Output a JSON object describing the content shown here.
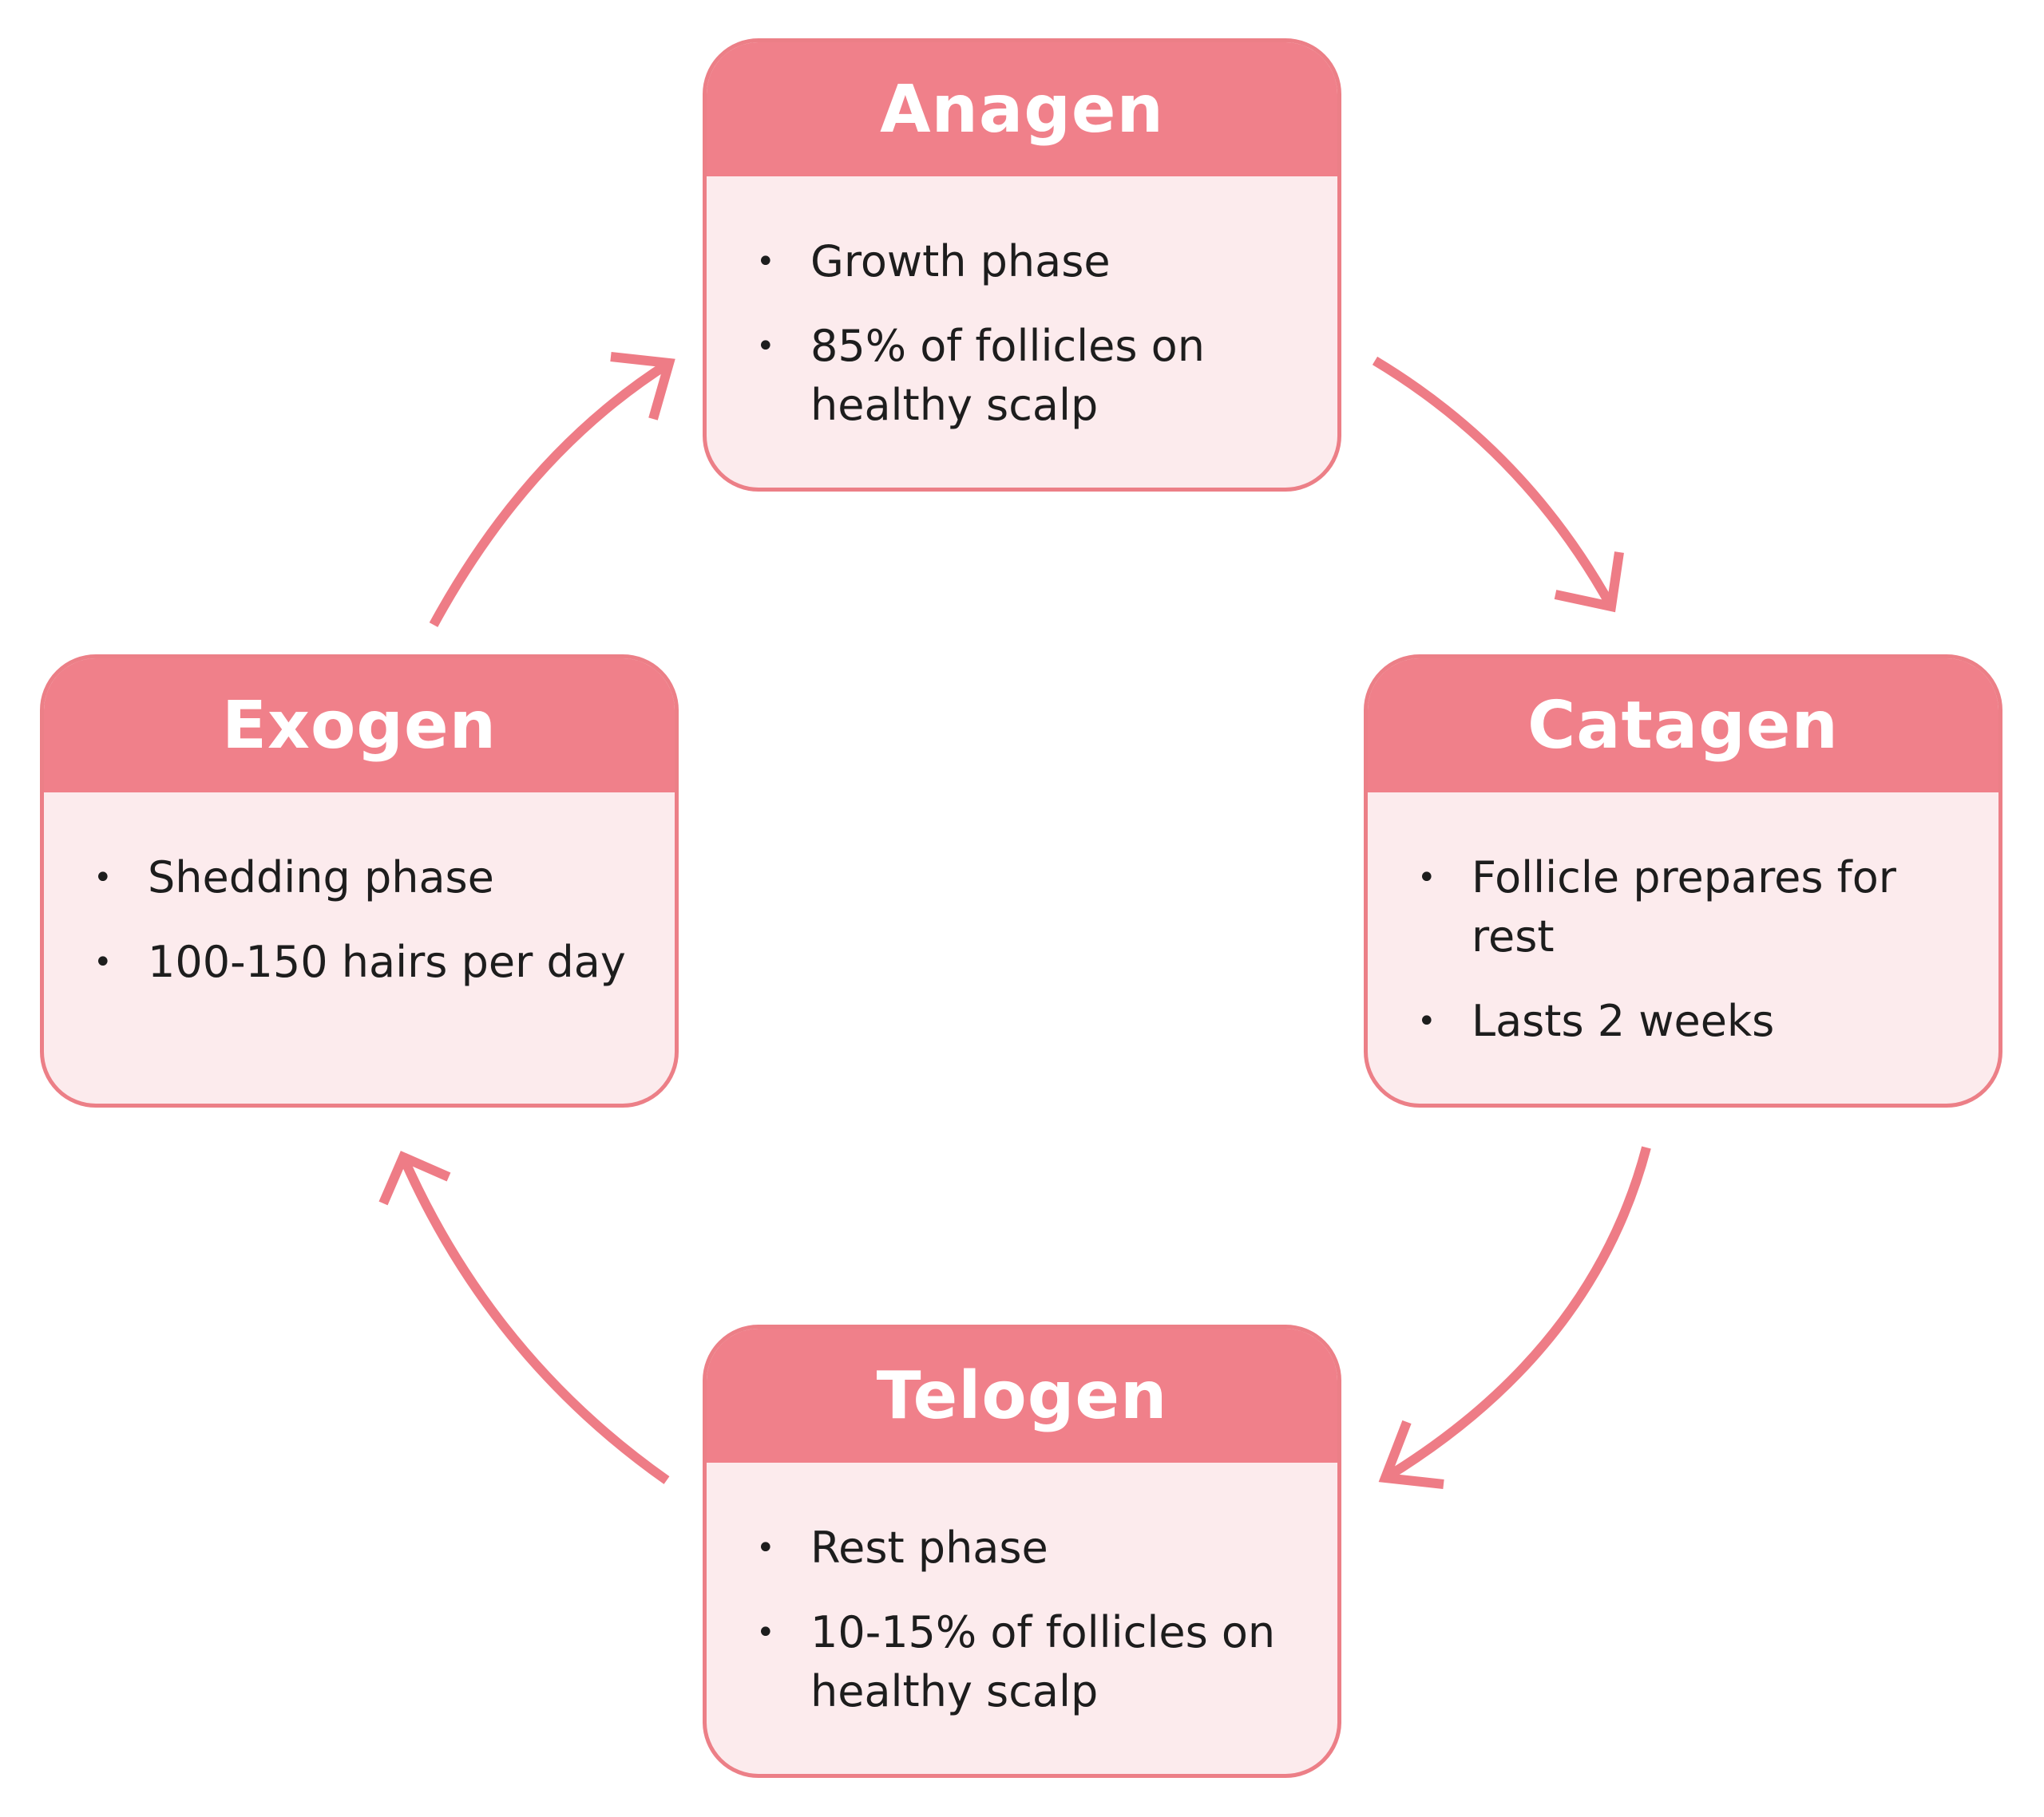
{
  "colors": {
    "header": "#f0808a",
    "body": "#fcebed",
    "border": "#ec7f87",
    "arrow": "#ee7c86",
    "title_text": "#ffffff",
    "bullet_text": "#1d1d1d"
  },
  "phases": {
    "anagen": {
      "title": "Anagen",
      "bullets": [
        "Growth phase",
        "85% of follicles on healthy scalp"
      ]
    },
    "catagen": {
      "title": "Catagen",
      "bullets": [
        "Follicle prepares for rest",
        "Lasts 2 weeks"
      ]
    },
    "telogen": {
      "title": "Telogen",
      "bullets": [
        "Rest phase",
        "10-15% of follicles on healthy scalp"
      ]
    },
    "exogen": {
      "title": "Exogen",
      "bullets": [
        "Shedding phase",
        "100-150 hairs per day"
      ]
    }
  },
  "bullet_symbol": "•",
  "arrows": [
    {
      "from": "anagen",
      "to": "catagen"
    },
    {
      "from": "catagen",
      "to": "telogen"
    },
    {
      "from": "telogen",
      "to": "exogen"
    },
    {
      "from": "exogen",
      "to": "anagen"
    }
  ]
}
